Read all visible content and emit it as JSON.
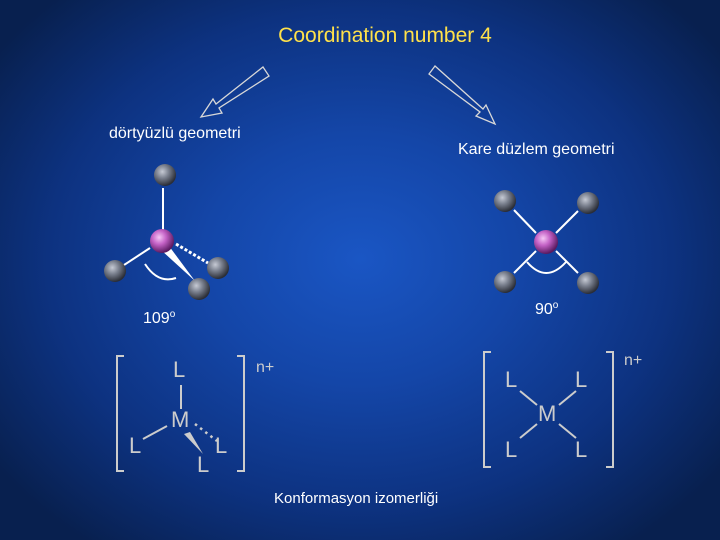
{
  "title": "Coordination number 4",
  "left": {
    "label": "dörtyüzlü geometri",
    "angle_value": "109",
    "angle_unit": "o"
  },
  "right": {
    "label": "Kare düzlem geometri",
    "angle_value": "90",
    "angle_unit": "o"
  },
  "formula": {
    "metal": "M",
    "ligand": "L",
    "charge": "n+"
  },
  "caption": "Konformasyon izomerliği",
  "colors": {
    "background": "#1446a8",
    "title": "#ffe14a",
    "text": "#ffffff",
    "formula_ink": "#cccccc",
    "metal_atom": "#c060c0",
    "ligand_atom": "#707888"
  }
}
